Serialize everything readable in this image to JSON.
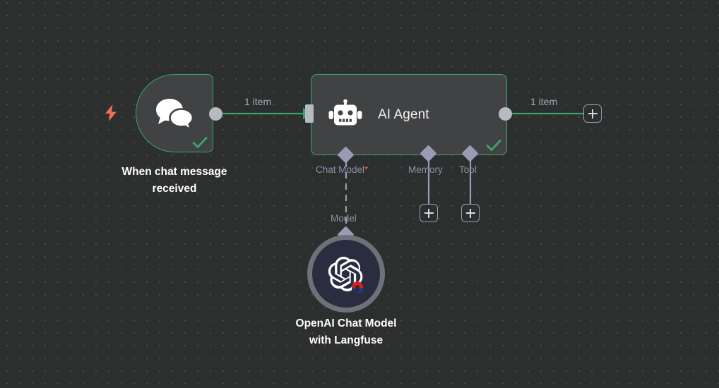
{
  "canvas": {
    "background_color": "#2d2e2e",
    "grid_dot_color": "#4a4b4b",
    "accent_green": "#3aa56b",
    "port_gray": "#b7bac0",
    "diamond_purple": "#9a9bb4",
    "label_blue_gray": "#8a93a8",
    "required_star_color": "#e8604c",
    "trigger_bolt_color": "#ef6d58"
  },
  "nodes": {
    "trigger": {
      "title": "When chat message\nreceived",
      "icon": "chat-bubbles-icon",
      "trigger_icon": "lightning-bolt-icon",
      "status": "success",
      "status_icon": "check-icon"
    },
    "agent": {
      "title": "AI Agent",
      "icon": "robot-icon",
      "status": "success",
      "status_icon": "check-icon",
      "sub_ports": [
        {
          "label": "Chat Model",
          "required": true,
          "required_marker": "*",
          "connected": true
        },
        {
          "label": "Memory",
          "required": false,
          "required_marker": "",
          "connected": false
        },
        {
          "label": "Tool",
          "required": false,
          "required_marker": "",
          "connected": false
        }
      ]
    },
    "openai": {
      "title": "OpenAI Chat Model\nwith Langfuse",
      "icon": "openai-logo-icon",
      "badge_icon": "langfuse-magnet-icon",
      "port_label": "Model"
    }
  },
  "edges": {
    "trigger_to_agent_label": "1 item",
    "agent_to_next_label": "1 item"
  },
  "buttons": {
    "add_after_agent": "+",
    "add_memory": "+",
    "add_tool": "+"
  }
}
